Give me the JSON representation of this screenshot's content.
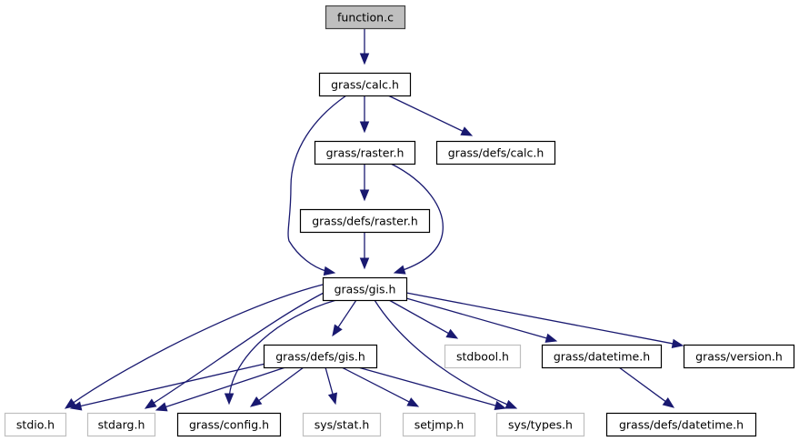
{
  "diagram": {
    "type": "include-dependency-graph",
    "colors": {
      "edge": "#191970",
      "root_fill": "#bfbfbf",
      "root_border": "#404040",
      "doc_node_border": "#000000",
      "external_node_border": "#bfbfbf",
      "node_fill": "#ffffff"
    },
    "nodes": [
      {
        "id": "function_c",
        "label": "function.c",
        "kind": "root"
      },
      {
        "id": "grass_calc_h",
        "label": "grass/calc.h",
        "kind": "documented"
      },
      {
        "id": "grass_raster_h",
        "label": "grass/raster.h",
        "kind": "documented"
      },
      {
        "id": "grass_defs_calc_h",
        "label": "grass/defs/calc.h",
        "kind": "documented"
      },
      {
        "id": "grass_defs_raster_h",
        "label": "grass/defs/raster.h",
        "kind": "documented"
      },
      {
        "id": "grass_gis_h",
        "label": "grass/gis.h",
        "kind": "documented"
      },
      {
        "id": "grass_defs_gis_h",
        "label": "grass/defs/gis.h",
        "kind": "documented"
      },
      {
        "id": "stdbool_h",
        "label": "stdbool.h",
        "kind": "external"
      },
      {
        "id": "grass_datetime_h",
        "label": "grass/datetime.h",
        "kind": "documented"
      },
      {
        "id": "grass_version_h",
        "label": "grass/version.h",
        "kind": "documented"
      },
      {
        "id": "stdio_h",
        "label": "stdio.h",
        "kind": "external"
      },
      {
        "id": "stdarg_h",
        "label": "stdarg.h",
        "kind": "external"
      },
      {
        "id": "grass_config_h",
        "label": "grass/config.h",
        "kind": "documented"
      },
      {
        "id": "sys_stat_h",
        "label": "sys/stat.h",
        "kind": "external"
      },
      {
        "id": "setjmp_h",
        "label": "setjmp.h",
        "kind": "external"
      },
      {
        "id": "sys_types_h",
        "label": "sys/types.h",
        "kind": "external"
      },
      {
        "id": "grass_defs_datetime_h",
        "label": "grass/defs/datetime.h",
        "kind": "documented"
      }
    ],
    "edges": [
      {
        "from": "function_c",
        "to": "grass_calc_h"
      },
      {
        "from": "grass_calc_h",
        "to": "grass_raster_h"
      },
      {
        "from": "grass_calc_h",
        "to": "grass_defs_calc_h"
      },
      {
        "from": "grass_calc_h",
        "to": "grass_gis_h"
      },
      {
        "from": "grass_raster_h",
        "to": "grass_defs_raster_h"
      },
      {
        "from": "grass_raster_h",
        "to": "grass_gis_h"
      },
      {
        "from": "grass_defs_raster_h",
        "to": "grass_gis_h"
      },
      {
        "from": "grass_gis_h",
        "to": "stdio_h"
      },
      {
        "from": "grass_gis_h",
        "to": "stdarg_h"
      },
      {
        "from": "grass_gis_h",
        "to": "grass_config_h"
      },
      {
        "from": "grass_gis_h",
        "to": "grass_defs_gis_h"
      },
      {
        "from": "grass_gis_h",
        "to": "sys_types_h"
      },
      {
        "from": "grass_gis_h",
        "to": "stdbool_h"
      },
      {
        "from": "grass_gis_h",
        "to": "grass_datetime_h"
      },
      {
        "from": "grass_gis_h",
        "to": "grass_version_h"
      },
      {
        "from": "grass_defs_gis_h",
        "to": "stdio_h"
      },
      {
        "from": "grass_defs_gis_h",
        "to": "stdarg_h"
      },
      {
        "from": "grass_defs_gis_h",
        "to": "grass_config_h"
      },
      {
        "from": "grass_defs_gis_h",
        "to": "sys_stat_h"
      },
      {
        "from": "grass_defs_gis_h",
        "to": "setjmp_h"
      },
      {
        "from": "grass_defs_gis_h",
        "to": "sys_types_h"
      },
      {
        "from": "grass_datetime_h",
        "to": "grass_defs_datetime_h"
      }
    ]
  }
}
